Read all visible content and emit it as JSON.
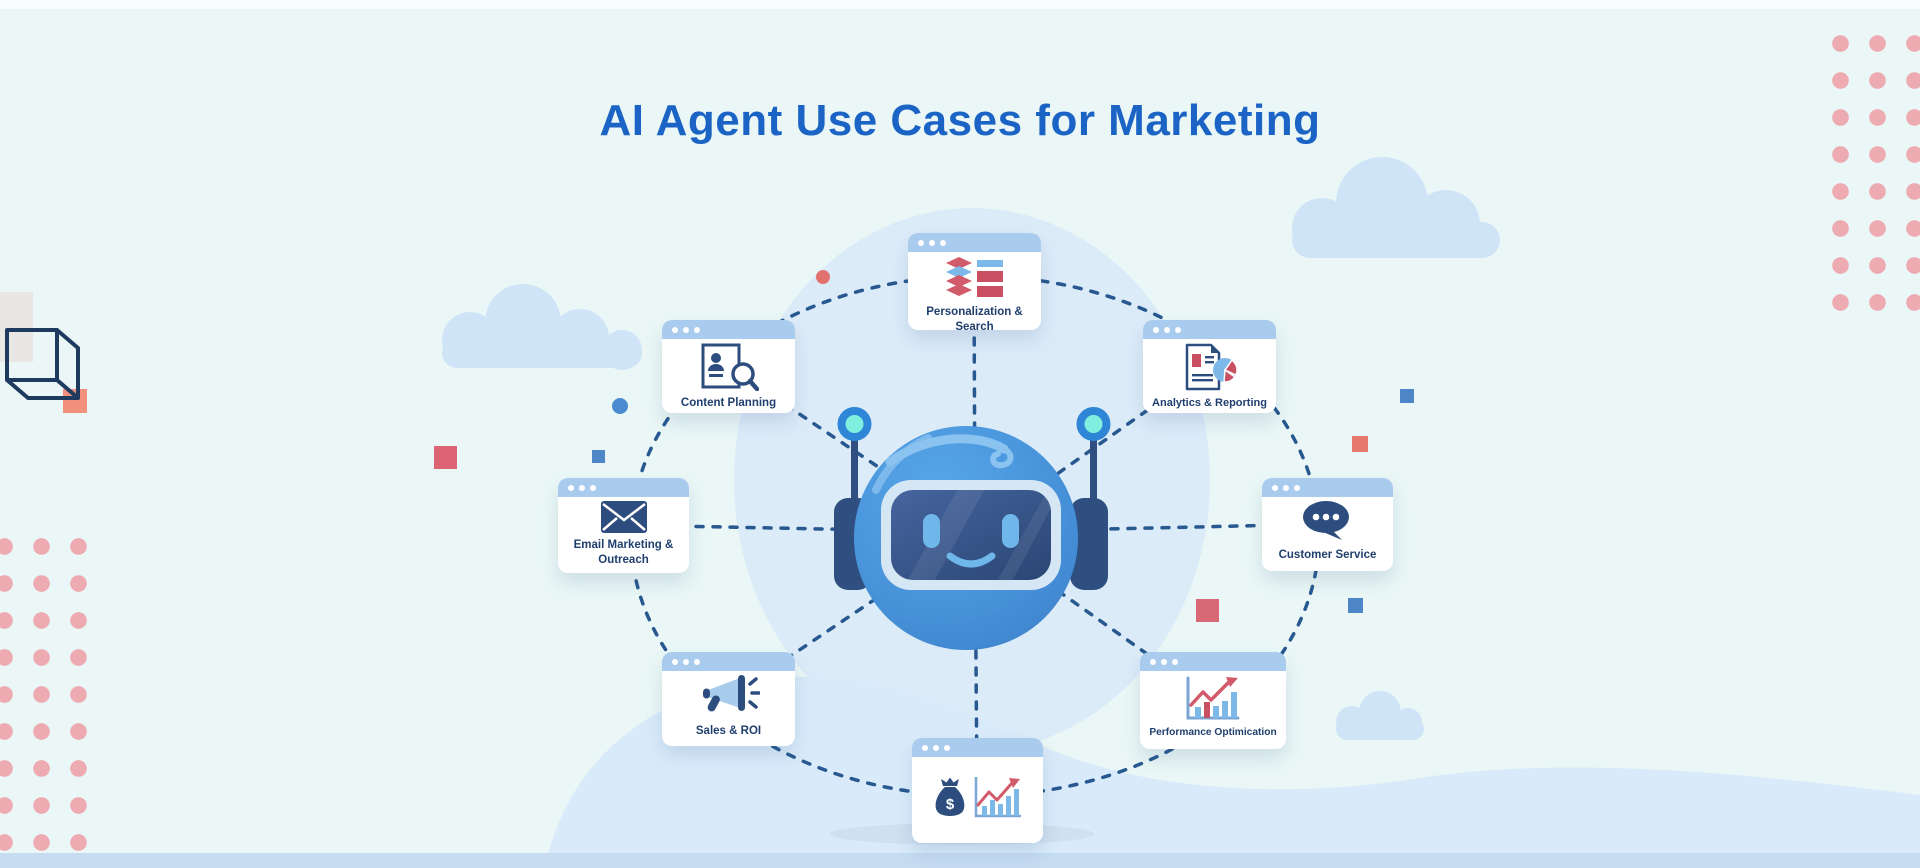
{
  "title": {
    "text": "AI Agent Use Cases for Marketing",
    "color": "#1b64c5"
  },
  "center": {
    "name": "ai-robot-mascot",
    "description": "blue robot head with visor screen, smiling face, headphones and two antenna bulbs"
  },
  "cards": {
    "personalization": {
      "label": "Personalization & Search",
      "icon": "data-stack-bars-icon"
    },
    "content_planning": {
      "label": "Content Planning",
      "icon": "person-document-search-icon"
    },
    "analytics": {
      "label": "Analytics & Reporting",
      "icon": "report-pie-chart-icon"
    },
    "email": {
      "label": "Email Marketing & Outreach",
      "icon": "envelope-icon"
    },
    "customer_service": {
      "label": "Customer Service",
      "icon": "chat-bubble-icon"
    },
    "sales": {
      "label": "Sales & ROI",
      "icon": "megaphone-icon"
    },
    "performance": {
      "label": "Performance Optimication",
      "icon": "bar-chart-growth-arrow-icon"
    },
    "revenue": {
      "label": "",
      "icon": "money-bag-growth-chart-icon",
      "currency_symbol": "$"
    }
  },
  "colors": {
    "background": "#eaf7f6",
    "title_blue": "#1b64c5",
    "card_header_blue": "#a9cbee",
    "label_navy": "#1f3f6e",
    "icon_navy": "#2d4d7f",
    "icon_light_blue": "#7db9e8",
    "icon_red": "#c94f62",
    "connector_navy": "#27588f",
    "cloud_blue": "#cfe5f7",
    "wave_blue": "#d9ebfa",
    "blob_blue": "#dcebf8",
    "dot_pink": "#edaab1",
    "accent_salmon": "#f2907e",
    "accent_red_square": "#dd6474",
    "accent_blue_square": "#4d87c8",
    "antenna_bulb_cyan": "#7ff0df"
  }
}
